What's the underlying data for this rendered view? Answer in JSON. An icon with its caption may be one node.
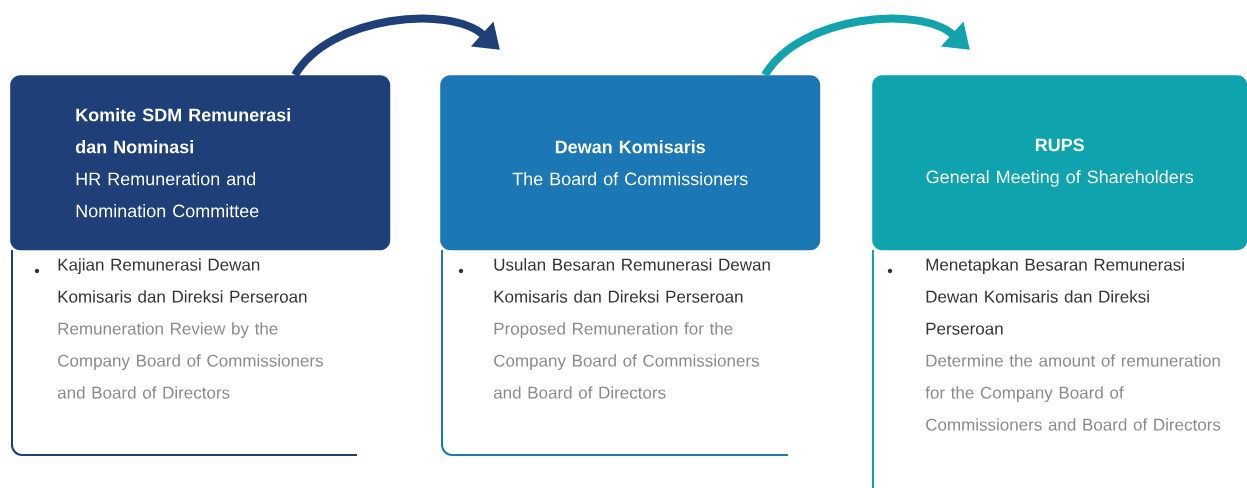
{
  "diagram": {
    "nodes": [
      {
        "text": [
          "Komite SDM Remunerasi dan Nominasi",
          "HR Remuneration and Nomination Committee"
        ]
      },
      {
        "text": [
          "Kajian Remunerasi Dewan Komisaris dan Direksi Perseroan",
          "Remuneration Review by the Company Board of Commissioners and Board of Directors"
        ]
      },
      {
        "text": [
          "Dewan Komisaris",
          "The Board of Commissioners"
        ]
      },
      {
        "text": [
          "Usulan Besaran Remunerasi Dewan Komisaris dan Direksi Perseroan",
          "Proposed Remuneration for the Company Board of Commissioners and Board of Directors"
        ]
      },
      {
        "text": [
          "RUPS",
          "General Meeting of Shareholders"
        ]
      },
      {
        "text": [
          "Menetapkan Besaran Remunerasi Dewan Komisaris dan Direksi Perseroan",
          "Determine the amount of remuneration for the Company Board of Commissioners and Board of Directors"
        ]
      }
    ],
    "edges": [
      {
        "from": 0,
        "to": 2,
        "arrow": "to",
        "color": "#1e3f78"
      },
      {
        "from": 2,
        "to": 4,
        "arrow": "to",
        "color": "#12a3ad"
      }
    ]
  }
}
